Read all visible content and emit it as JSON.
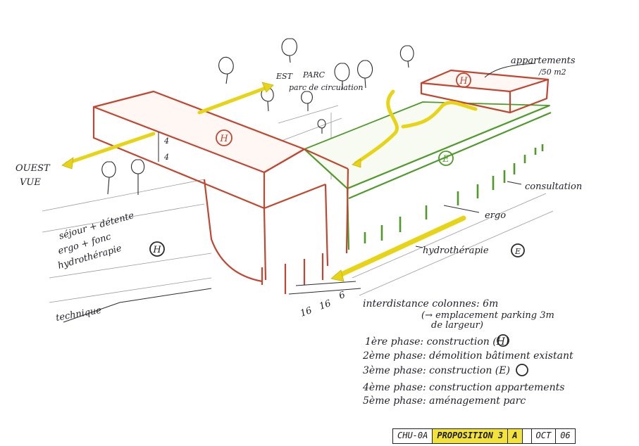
{
  "colors": {
    "red": "#c2452f",
    "green": "#4f9a2a",
    "yellow": "#e8d417",
    "ink": "#1f1f2a"
  },
  "labels": {
    "ouest": "OUEST",
    "vue": "VUE",
    "est": "EST",
    "parc": "PARC",
    "parc_circulation": "parc de circulation",
    "appartements_1": "appartements",
    "appartements_2": "/50 m2",
    "consultation": "consultation",
    "ergo": "ergo",
    "hydrotherapie": "hydrothérapie",
    "sejour_1": "séjour + détente",
    "sejour_2": "ergo + fonc",
    "sejour_3": "hydrothérapie",
    "technique": "technique",
    "dim_4a": "4",
    "dim_4b": "4",
    "dim_16a": "16",
    "dim_16b": "16",
    "dim_6": "6",
    "mark_h_top": "H",
    "mark_h_app": "H",
    "mark_e": "E",
    "mark_h_side": "H",
    "mark_e_side": "E"
  },
  "notes": {
    "interdistance": "interdistance colonnes: 6m",
    "emplacement_1": "(→ emplacement parking 3m",
    "emplacement_2": "de largeur)",
    "phases": [
      "1ère phase: construction (H)",
      "2ème phase: démolition bâtiment existant",
      "3ème phase: construction (E)",
      "4ème phase: construction appartements",
      "5ème phase: aménagement parc"
    ]
  },
  "title_block": {
    "code": "CHU-0A",
    "proposition": "PROPOSITION 3",
    "variant": "A",
    "blank": "",
    "month": "OCT",
    "year": "06"
  }
}
